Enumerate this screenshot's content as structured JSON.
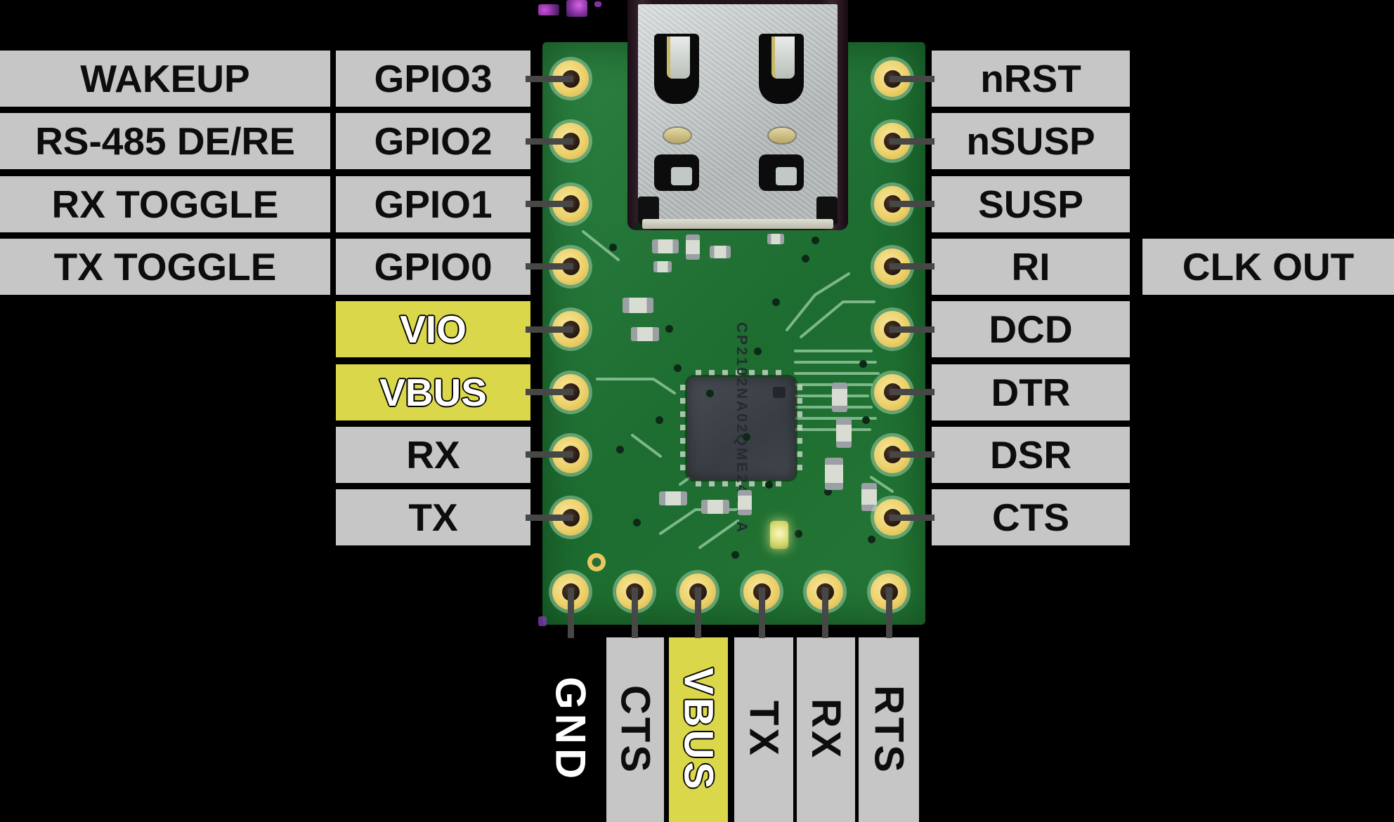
{
  "colors": {
    "background": "#000000",
    "label_bg": "#c6c6c6",
    "label_text": "#0d0d0d",
    "highlight_bg": "#dbd74a",
    "highlight_text": "#ffffff",
    "connector_line": "#474747",
    "pcb_green": "#217534",
    "pad_gold": "#e9c95e",
    "usb_shell_silver": "#c8cecf"
  },
  "left_outer_labels": [
    {
      "text": "WAKEUP"
    },
    {
      "text": "RS-485 DE/RE"
    },
    {
      "text": "RX TOGGLE"
    },
    {
      "text": "TX TOGGLE"
    }
  ],
  "left_inner_labels": [
    {
      "text": "GPIO3",
      "highlight": false
    },
    {
      "text": "GPIO2",
      "highlight": false
    },
    {
      "text": "GPIO1",
      "highlight": false
    },
    {
      "text": "GPIO0",
      "highlight": false
    },
    {
      "text": "VIO",
      "highlight": true
    },
    {
      "text": "VBUS",
      "highlight": true
    },
    {
      "text": "RX",
      "highlight": false
    },
    {
      "text": "TX",
      "highlight": false
    }
  ],
  "right_labels": [
    {
      "text": "nRST"
    },
    {
      "text": "nSUSP"
    },
    {
      "text": "SUSP"
    },
    {
      "text": "RI"
    },
    {
      "text": "DCD"
    },
    {
      "text": "DTR"
    },
    {
      "text": "DSR"
    },
    {
      "text": "CTS"
    }
  ],
  "clk_out": {
    "text": "CLK OUT"
  },
  "bottom_labels": [
    {
      "text": "GND",
      "boxed": false,
      "highlight": false
    },
    {
      "text": "CTS",
      "boxed": true,
      "highlight": false
    },
    {
      "text": "VBUS",
      "boxed": true,
      "highlight": true
    },
    {
      "text": "TX",
      "boxed": true,
      "highlight": false
    },
    {
      "text": "RX",
      "boxed": true,
      "highlight": false
    },
    {
      "text": "RTS",
      "boxed": true,
      "highlight": false
    }
  ],
  "chip": {
    "marking_lines": [
      "CP2102N",
      "A02QME",
      "2434 A"
    ]
  }
}
